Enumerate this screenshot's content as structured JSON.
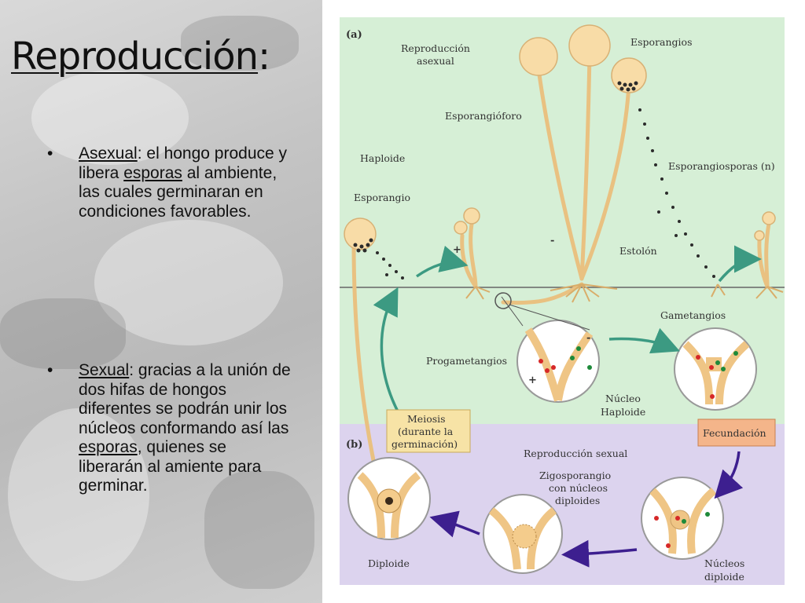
{
  "slide": {
    "title_main": "Reproducción",
    "title_colon": ":",
    "bullets": [
      {
        "term": "Asexual",
        "pre": ": el hongo produce y libera ",
        "link": "esporas",
        "post": " al ambiente, las cuales germinaran en condiciones favorables."
      },
      {
        "term": "Sexual",
        "pre": ": gracias a la unión de dos hifas de hongos diferentes se podrán unir los núcleos conformando así las ",
        "link": "esporas",
        "post": ", quienes se liberarán al amiente para germinar."
      }
    ],
    "bullet_char": "•"
  },
  "figure": {
    "panel_a": "(a)",
    "panel_b": "(b)",
    "labels": {
      "repro_asexual_1": "Reproducción",
      "repro_asexual_2": "asexual",
      "esporangios": "Esporangios",
      "esporangioforo": "Esporangióforo",
      "haploide": "Haploide",
      "esporangio": "Esporangio",
      "esporangiosporas": "Esporangiosporas (n)",
      "estolon": "Estolón",
      "gametangios": "Gametangios",
      "progametangios": "Progametangios",
      "nucleo_haploide_1": "Núcleo",
      "nucleo_haploide_2": "Haploide",
      "meiosis_1": "Meiosis",
      "meiosis_2": "(durante la",
      "meiosis_3": "germinación)",
      "fecundacion": "Fecundación",
      "repro_sexual": "Reproducción sexual",
      "zigosporangio_1": "Zigosporangio",
      "zigosporangio_2": "con núcleos",
      "zigosporangio_3": "diploides",
      "diploide": "Diploide",
      "nucleos_diploide_1": "Núcleos",
      "nucleos_diploide_2": "diploide",
      "plus_a": "+",
      "minus_a": "-",
      "minus_b": "-",
      "plus_b": "+"
    },
    "colors": {
      "top_bg": "#d6efd6",
      "bottom_bg": "#dcd3ee",
      "hypha": "#f2cf94",
      "green_arrow": "#3c9a82",
      "purple_arrow": "#3d1f8f",
      "meiosis_box": "#f7e3a6",
      "fecundacion_box": "#f4b58a"
    }
  }
}
